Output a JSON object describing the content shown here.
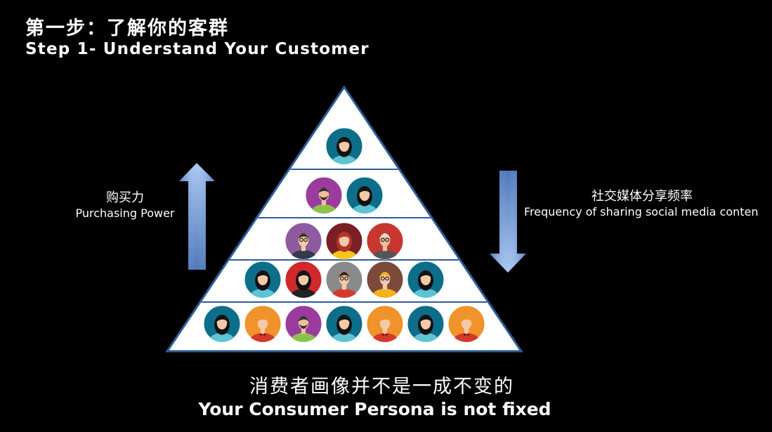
{
  "title": {
    "cn": "第一步：了解你的客群",
    "en": "Step 1- Understand Your Customer"
  },
  "left_axis": {
    "cn": "购买力",
    "en": "Purchasing Power",
    "arrow": "up-arrow-icon"
  },
  "right_axis": {
    "cn": "社交媒体分享频率",
    "en": "Frequency of sharing social media conten",
    "arrow": "down-arrow-icon"
  },
  "pyramid": {
    "tiers": [
      {
        "people": [
          "woman-teal"
        ]
      },
      {
        "people": [
          "man-beard-purple",
          "woman-teal"
        ]
      },
      {
        "people": [
          "man-glasses-purple",
          "woman-redhair-maroon",
          "man-old-red"
        ]
      },
      {
        "people": [
          "woman-teal",
          "woman-bob-red",
          "man-glasses-grey",
          "woman-curly-brown",
          "woman-teal"
        ]
      },
      {
        "people": [
          "woman-teal",
          "man-bowtie-orange",
          "man-beard-purple",
          "woman-teal",
          "man-bowtie-orange",
          "woman-teal",
          "man-bowtie-orange"
        ]
      }
    ]
  },
  "footer": {
    "cn": "消费者画像并不是一成不变的",
    "en": "Your Consumer Persona is not fixed"
  },
  "colors": {
    "background": "#000000",
    "pyramid_fill": "#ffffff",
    "pyramid_stroke": "#2e5d9a",
    "arrow": "#4a7cc9"
  }
}
